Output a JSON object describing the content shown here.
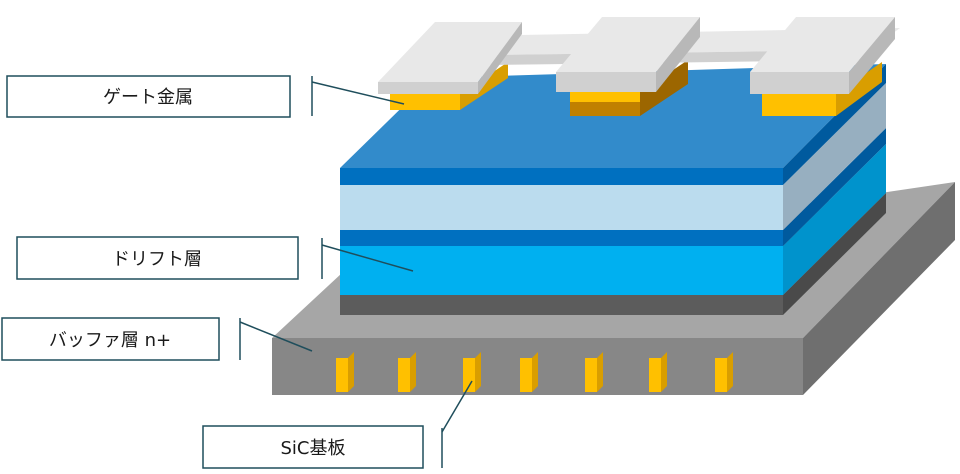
{
  "labels": {
    "gate_metal": "ゲート金属",
    "drift_layer": "ドリフト層",
    "buffer_layer": "バッファ層 n+",
    "sic_substrate": "SiC基板"
  },
  "colors": {
    "substrate_top": "#a6a6a6",
    "substrate_front": "#878787",
    "substrate_side": "#6f6f6f",
    "base_strip_front": "#5c5c5c",
    "base_strip_side": "#4a4a4a",
    "drift_front": "#00b0f0",
    "drift_side": "#0093cc",
    "dark_band_front": "#0070c0",
    "dark_band_side": "#005a9e",
    "light_layer_front": "#bbdcee",
    "light_layer_side": "#97afc0",
    "top_layer_front": "#0070c0",
    "top_layer_top": "#328bcb",
    "top_layer_side": "#005a9e",
    "gate_yellow": "#ffc000",
    "gate_yellow_side": "#d99e00",
    "gate_brown": "#c08000",
    "gate_brown_side": "#9c6600",
    "metal_top": "#e8e8e8",
    "metal_front": "#d0d0d0",
    "metal_side": "#b8b8b8",
    "label_border": "#1f4e5c",
    "leader_line": "#1f4e5c"
  }
}
